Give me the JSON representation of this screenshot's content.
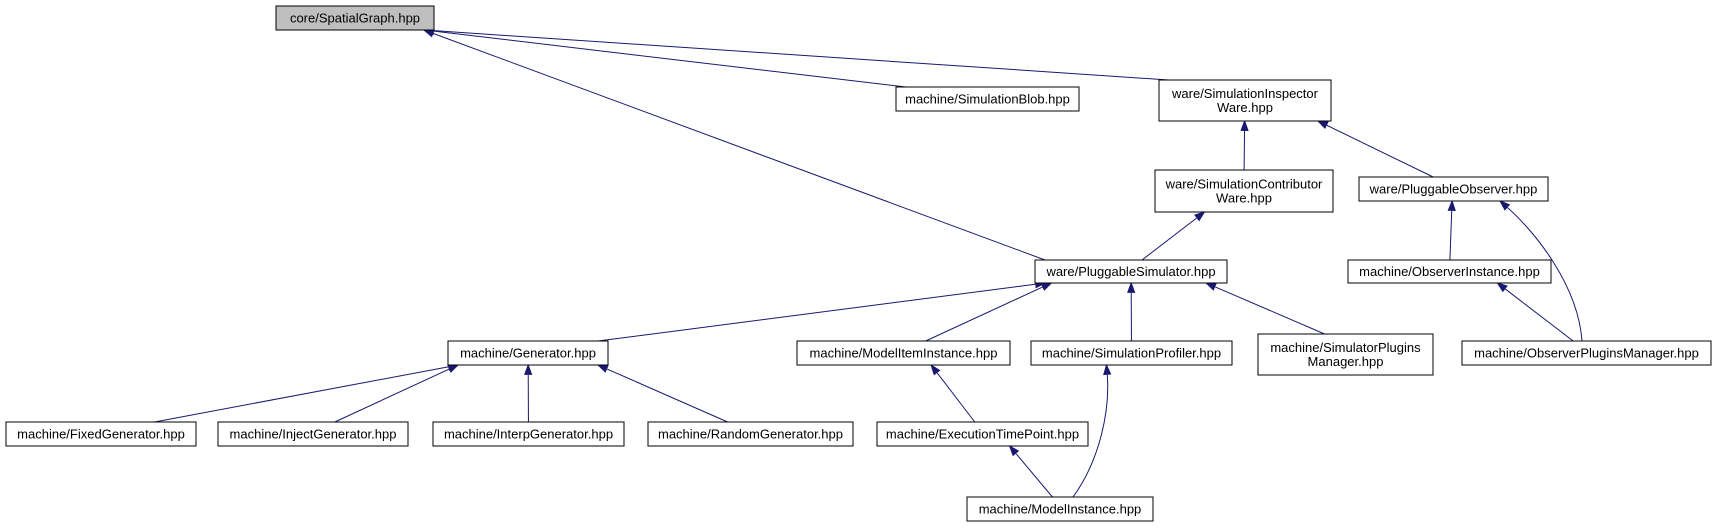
{
  "nodes": {
    "spatialgraph": [
      "core/SpatialGraph.hpp"
    ],
    "simblob": [
      "machine/SimulationBlob.hpp"
    ],
    "siminspector": [
      "ware/SimulationInspector",
      "Ware.hpp"
    ],
    "simcontributor": [
      "ware/SimulationContributor",
      "Ware.hpp"
    ],
    "pluggableobserver": [
      "ware/PluggableObserver.hpp"
    ],
    "pluggablesimulator": [
      "ware/PluggableSimulator.hpp"
    ],
    "observerinstance": [
      "machine/ObserverInstance.hpp"
    ],
    "generator": [
      "machine/Generator.hpp"
    ],
    "modeliteminstance": [
      "machine/ModelItemInstance.hpp"
    ],
    "simprofiler": [
      "machine/SimulationProfiler.hpp"
    ],
    "simpluginsmanager": [
      "machine/SimulatorPlugins",
      "Manager.hpp"
    ],
    "observerpluginsmanager": [
      "machine/ObserverPluginsManager.hpp"
    ],
    "fixedgenerator": [
      "machine/FixedGenerator.hpp"
    ],
    "injectgenerator": [
      "machine/InjectGenerator.hpp"
    ],
    "interpgenerator": [
      "machine/InterpGenerator.hpp"
    ],
    "randomgenerator": [
      "machine/RandomGenerator.hpp"
    ],
    "executiontimepoint": [
      "machine/ExecutionTimePoint.hpp"
    ],
    "modelinstance": [
      "machine/ModelInstance.hpp"
    ]
  },
  "edges": [
    {
      "from": "simblob",
      "to": "spatialgraph"
    },
    {
      "from": "pluggablesimulator",
      "to": "spatialgraph"
    },
    {
      "from": "siminspector",
      "to": "spatialgraph"
    },
    {
      "from": "simcontributor",
      "to": "siminspector"
    },
    {
      "from": "pluggableobserver",
      "to": "siminspector"
    },
    {
      "from": "pluggablesimulator",
      "to": "simcontributor"
    },
    {
      "from": "observerinstance",
      "to": "pluggableobserver"
    },
    {
      "from": "observerpluginsmanager",
      "to": "pluggableobserver"
    },
    {
      "from": "observerpluginsmanager",
      "to": "observerinstance"
    },
    {
      "from": "generator",
      "to": "pluggablesimulator"
    },
    {
      "from": "modeliteminstance",
      "to": "pluggablesimulator"
    },
    {
      "from": "simprofiler",
      "to": "pluggablesimulator"
    },
    {
      "from": "simpluginsmanager",
      "to": "pluggablesimulator"
    },
    {
      "from": "fixedgenerator",
      "to": "generator"
    },
    {
      "from": "injectgenerator",
      "to": "generator"
    },
    {
      "from": "interpgenerator",
      "to": "generator"
    },
    {
      "from": "randomgenerator",
      "to": "generator"
    },
    {
      "from": "executiontimepoint",
      "to": "modeliteminstance"
    },
    {
      "from": "modelinstance",
      "to": "executiontimepoint"
    },
    {
      "from": "modelinstance",
      "to": "simprofiler"
    }
  ],
  "colors": {
    "edge": "#191970",
    "root_fill": "#bfbfbf",
    "node_fill": "#ffffff",
    "node_border": "#000000"
  }
}
